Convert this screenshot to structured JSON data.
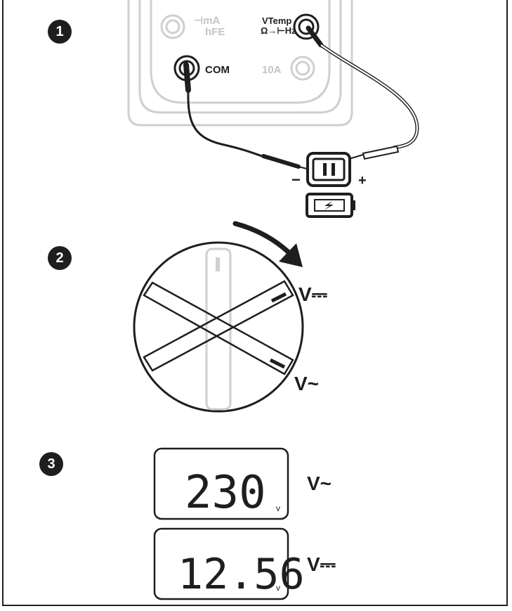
{
  "steps": [
    {
      "number": "1"
    },
    {
      "number": "2"
    },
    {
      "number": "3"
    }
  ],
  "meter": {
    "jack_ma_label": "⊣mA",
    "jack_hfe_label": "hFE",
    "jack_vtemp_label": "VTemp",
    "jack_ohm_label": "Ω→⊢Hz",
    "jack_com_label": "COM",
    "jack_10a_label": "10A"
  },
  "outlet": {
    "minus_label": "−",
    "plus_label": "+"
  },
  "dial": {
    "dc_label": "V⎓",
    "ac_label": "V~"
  },
  "displays": [
    {
      "reading": "230",
      "unit": "v",
      "mode": "V~"
    },
    {
      "reading": "12.56",
      "unit": "v",
      "mode": "V⎓"
    }
  ],
  "colors": {
    "ink": "#1e1e1e",
    "faded": "#c4c4c4"
  }
}
